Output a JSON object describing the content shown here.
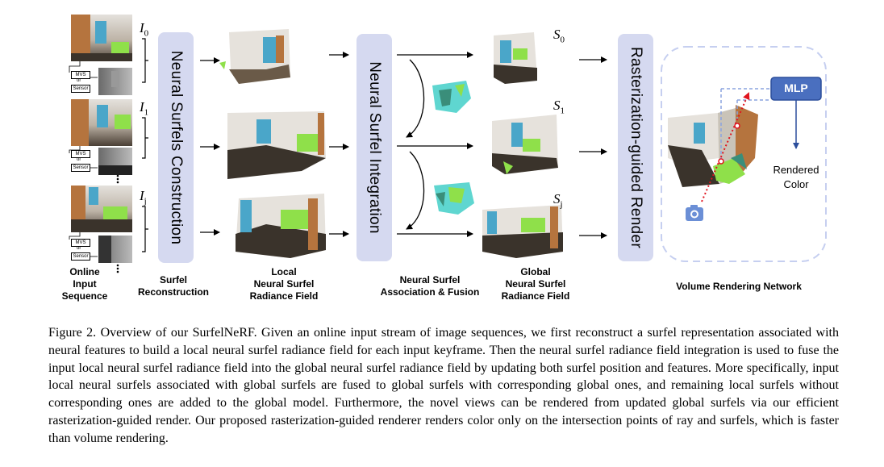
{
  "figure": {
    "index_labels": [
      {
        "base": "I",
        "sub": "0"
      },
      {
        "base": "I",
        "sub": "1"
      },
      {
        "base": "I",
        "sub": "j"
      }
    ],
    "surfel_labels": [
      {
        "base": "S",
        "sub": "0"
      },
      {
        "base": "S",
        "sub": "1"
      },
      {
        "base": "S",
        "sub": "j"
      }
    ],
    "depth_source": {
      "mvs": "MVS",
      "or": "or",
      "sensor": "Sensor"
    },
    "panels": {
      "surfels_construction": "Neural Surfels Construction",
      "surfel_integration": "Neural Surfel Integration",
      "render": "Rasterization-guided Render"
    },
    "mlp_label": "MLP",
    "rendered_color": [
      "Rendered",
      "Color"
    ],
    "bottom_labels": {
      "online_input": [
        "Online",
        "Input",
        "Sequence"
      ],
      "surfel_reconstruction": [
        "Surfel",
        "Reconstruction"
      ],
      "local_field": [
        "Local",
        "Neural Surfel",
        "Radiance Field"
      ],
      "association": [
        "Neural Surfel",
        "Association & Fusion"
      ],
      "global_field": [
        "Global",
        "Neural Surfel",
        "Radiance Field"
      ],
      "volume_rendering": [
        "Volume Rendering Network"
      ]
    },
    "colors": {
      "panel": "#d5d9f0",
      "mlp_box": "#4a6fbf",
      "dashed_box": "#c6cff0",
      "ray": "#e0141e",
      "camera": "#6b8fd6"
    }
  },
  "caption": {
    "label": "Figure 2.",
    "text": "Overview of our SurfelNeRF. Given an online input stream of image sequences, we first reconstruct a surfel representation associated with neural features to build a local neural surfel radiance field for each input keyframe. Then the neural surfel radiance field integration is used to fuse the input local neural surfel radiance field into the global neural surfel radiance field by updating both surfel position and features. More specifically, input local neural surfels associated with global surfels are fused to global surfels with corresponding global ones, and remaining local surfels without corresponding ones are added to the global model. Furthermore, the novel views can be rendered from updated global surfels via our efficient rasterization-guided render. Our proposed rasterization-guided renderer renders color only on the intersection points of ray and surfels, which is faster than volume rendering."
  }
}
